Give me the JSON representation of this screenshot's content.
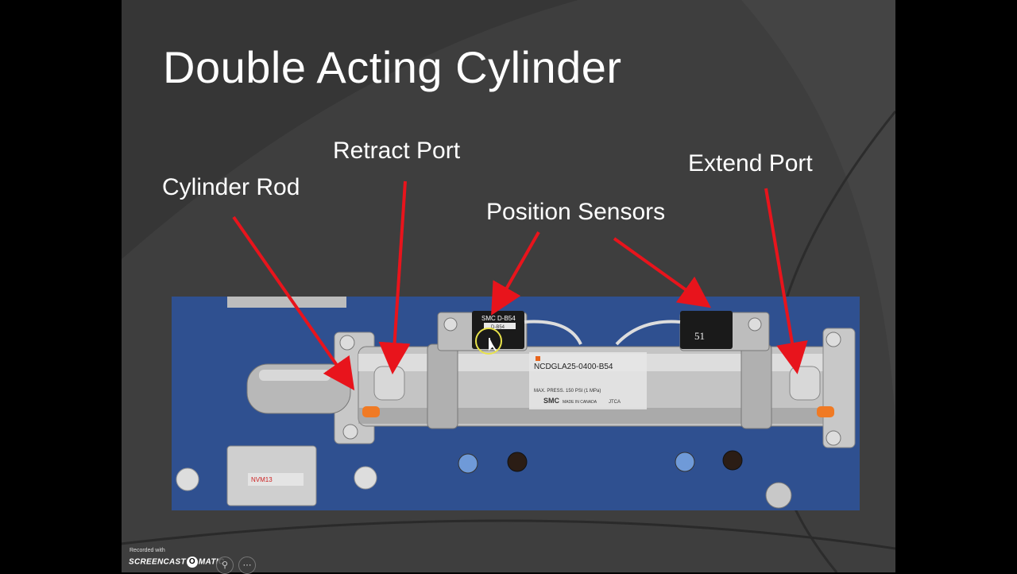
{
  "slide": {
    "title": "Double Acting Cylinder",
    "labels": {
      "cylinder_rod": "Cylinder Rod",
      "retract_port": "Retract Port",
      "position_sensors": "Position Sensors",
      "extend_port": "Extend Port"
    },
    "photo_text": {
      "model": "NCDGLA25-0400-B54",
      "pressure": "MAX. PRESS. 150 PSI (1 MPa)",
      "brand": "SMC",
      "made_in": "MADE IN CANADA",
      "cert": "JTCA",
      "sensor_left": "SMC D-B54",
      "sensor_left_sub": "D-B54",
      "sensor_right": "51",
      "valve": "NVM13"
    },
    "colors": {
      "arrow": "#e8141c",
      "panel_blue": "#2f4f8f",
      "background": "#363636"
    }
  },
  "recorder": {
    "recorded_with": "Recorded with",
    "brand_left": "SCREENCAST",
    "brand_o": "O",
    "brand_right": "MATIC",
    "search_icon": "search-icon",
    "more_icon": "more-icon"
  }
}
